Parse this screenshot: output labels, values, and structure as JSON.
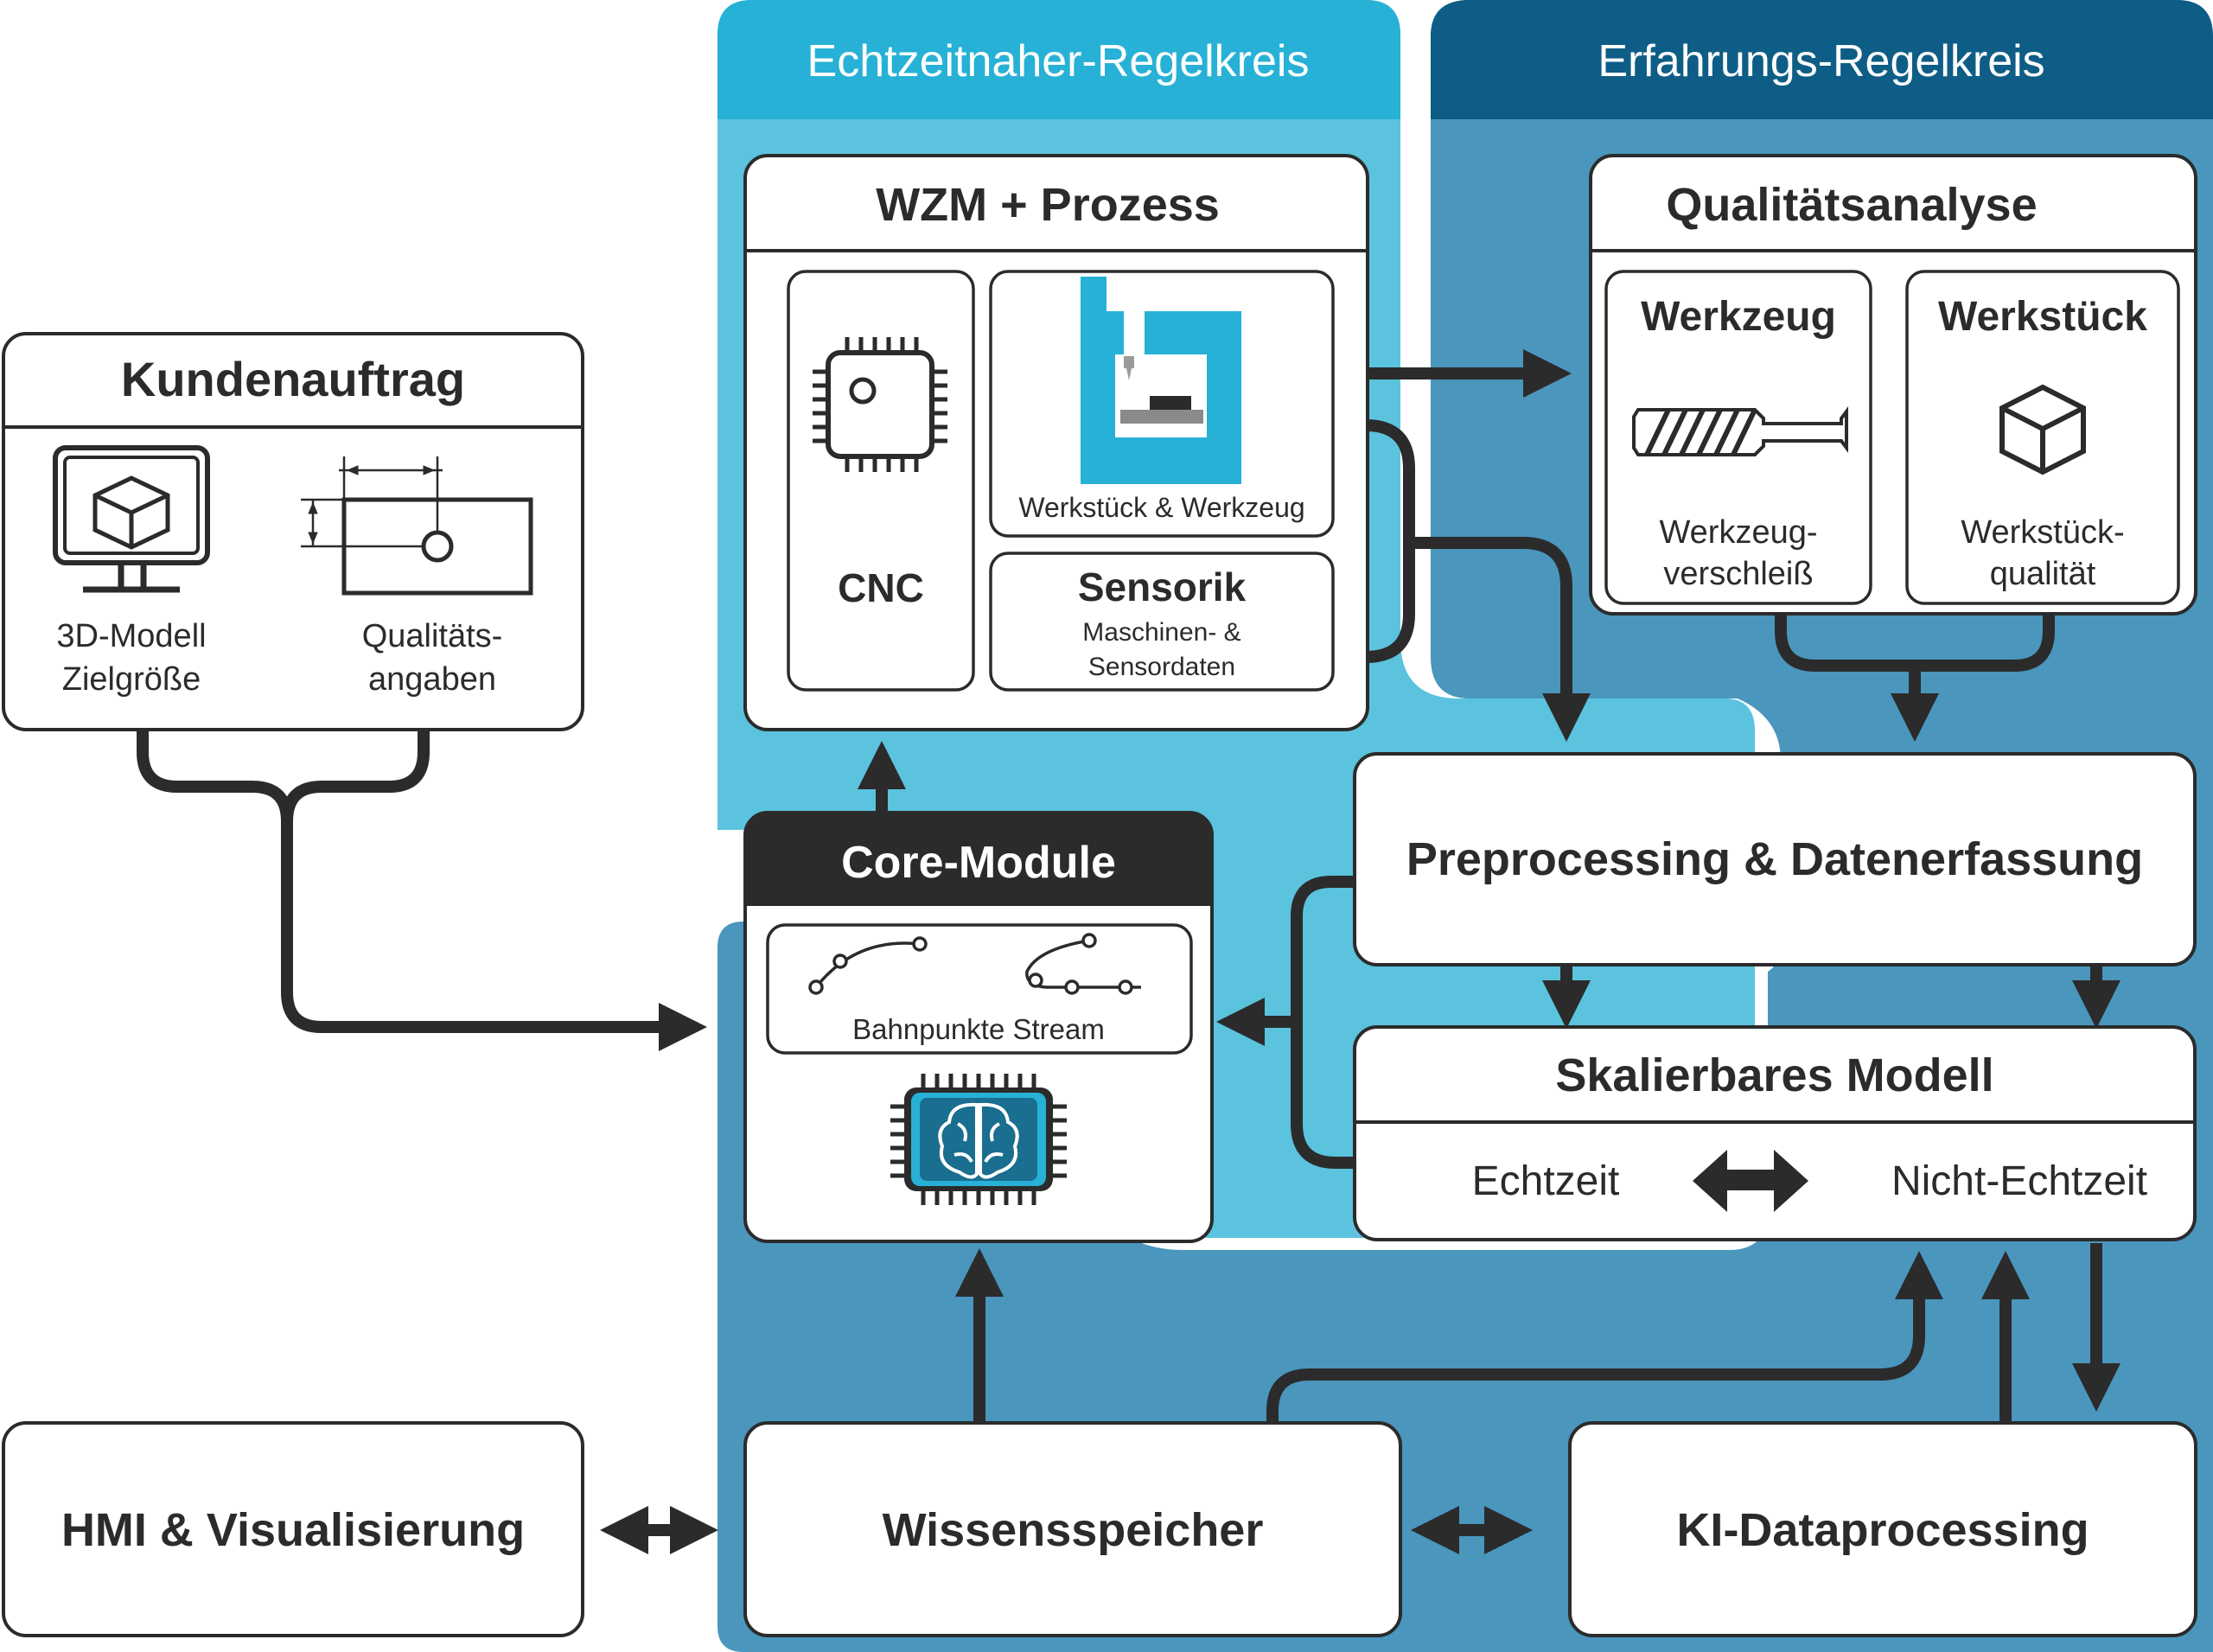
{
  "colors": {
    "loop_realtime": "#5bc3de",
    "loop_realtime_header": "#27b1d6",
    "loop_experience": "#4a96bd",
    "loop_experience_header": "#0e5d86",
    "box_border": "#2b2b2b",
    "core_header": "#2b2b2b",
    "machine_blue": "#27b1d6"
  },
  "loops": {
    "realtime_title": "Echtzeitnaher-Regelkreis",
    "experience_title": "Erfahrungs-Regelkreis"
  },
  "kundenauftrag": {
    "title": "Kundenauftrag",
    "model_label_1": "3D-Modell",
    "model_label_2": "Zielgröße",
    "quality_label_1": "Qualitäts-",
    "quality_label_2": "angaben",
    "icons": [
      "monitor-cube-icon",
      "dimension-drawing-icon"
    ]
  },
  "wzm": {
    "title": "WZM + Prozess",
    "cnc_label": "CNC",
    "machine_label": "Werkstück & Werkzeug",
    "sensorik_title": "Sensorik",
    "sensorik_sub_1": "Maschinen- &",
    "sensorik_sub_2": "Sensordaten",
    "icons": [
      "cpu-chip-icon",
      "milling-machine-icon"
    ]
  },
  "qualitaet": {
    "title": "Qualitätsanalyse",
    "werkzeug_title": "Werkzeug",
    "werkzeug_label_1": "Werkzeug-",
    "werkzeug_label_2": "verschleiß",
    "werkstueck_title": "Werkstück",
    "werkstueck_label_1": "Werkstück-",
    "werkstueck_label_2": "qualität",
    "icons": [
      "drill-bit-icon",
      "cube-icon"
    ]
  },
  "core": {
    "title": "Core-Module",
    "stream_label": "Bahnpunkte Stream",
    "icons": [
      "path-points-icon",
      "ai-brain-chip-icon"
    ]
  },
  "preprocessing": {
    "title": "Preprocessing & Datenerfassung"
  },
  "modell": {
    "title": "Skalierbares Modell",
    "left": "Echtzeit",
    "right": "Nicht-Echtzeit"
  },
  "hmi": {
    "title": "HMI & Visualisierung"
  },
  "wissen": {
    "title": "Wissensspeicher"
  },
  "ki": {
    "title": "KI-Dataprocessing"
  }
}
